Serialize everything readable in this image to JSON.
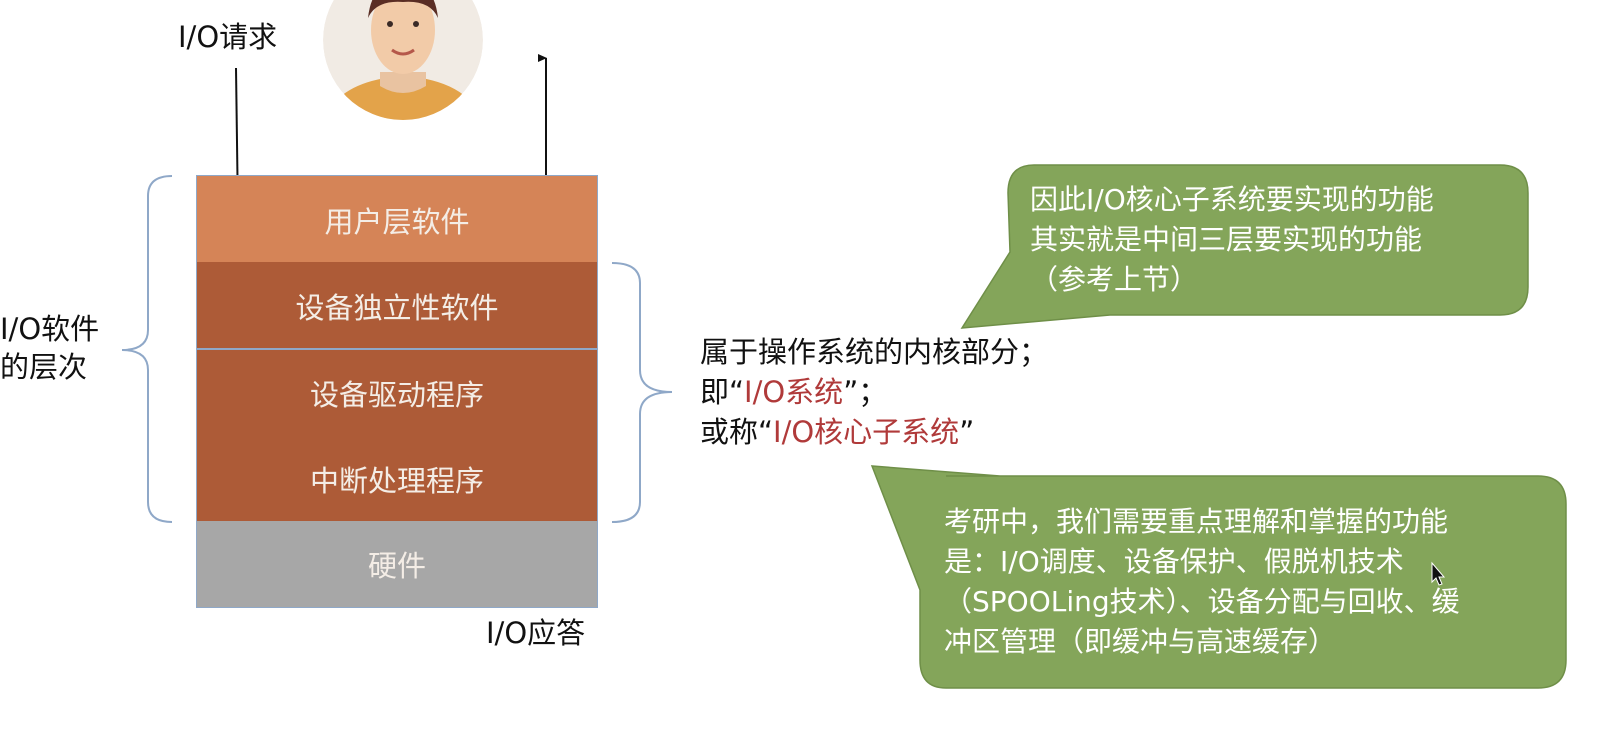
{
  "io_request": "I/O请求",
  "io_response": "I/O应答",
  "hierarchy_label": [
    "I/O软件",
    "的层次"
  ],
  "layers": [
    {
      "label": "用户层软件",
      "color": "#d58457"
    },
    {
      "label": "设备独立性软件",
      "color": "#ad5b37"
    },
    {
      "label": "设备驱动程序",
      "color": "#ad5b37"
    },
    {
      "label": "中断处理程序",
      "color": "#ad5b37"
    },
    {
      "label": "硬件",
      "color": "#a7a7a7"
    }
  ],
  "kernel_text": {
    "line1": "属于操作系统的内核部分；",
    "line2_prefix": "即“",
    "line2_highlight": "I/O系统",
    "line2_suffix": "”；",
    "line3_prefix": "或称“",
    "line3_highlight": "I/O核心子系统",
    "line3_suffix": "”"
  },
  "callout_top": {
    "lines": [
      "因此I/O核心子系统要实现的功能",
      "其实就是中间三层要实现的功能",
      "（参考上节）"
    ],
    "color": "#84a55a"
  },
  "callout_bottom": {
    "lines": [
      "考研中，我们需要重点理解和掌握的功能",
      "是：I/O调度、设备保护、假脱机技术",
      "（SPOOLing技术）、设备分配与回收、缓",
      "冲区管理（即缓冲与高速缓存）"
    ],
    "color": "#84a55a"
  },
  "highlight_color": "#b03a3a",
  "bracket_color": "#8fa8c8"
}
